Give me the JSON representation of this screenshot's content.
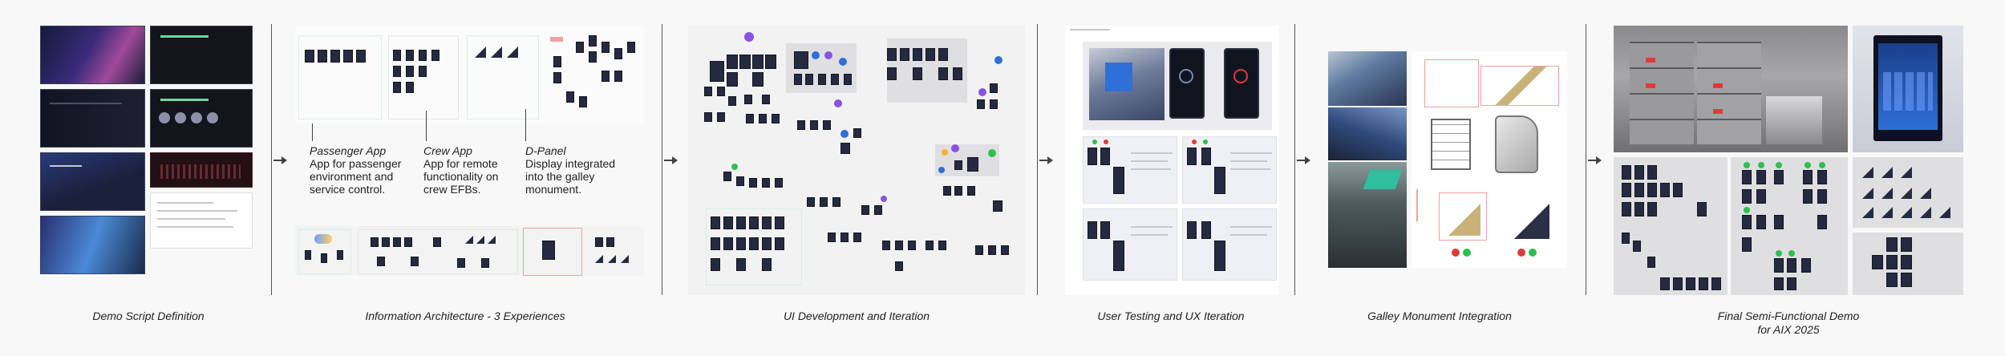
{
  "stages": [
    {
      "label": "Demo Script Definition"
    },
    {
      "label": "Information Architecture - 3 Experiences"
    },
    {
      "label": "UI Development and Iteration"
    },
    {
      "label": "User Testing and UX Iteration"
    },
    {
      "label": "Galley Monument Integration"
    },
    {
      "label_line1": "Final Semi-Functional Demo",
      "label_line2": "for AIX 2025"
    }
  ],
  "experiences": [
    {
      "title": "Passenger App",
      "description_lines": [
        "App for passenger",
        "environment and",
        "service control."
      ]
    },
    {
      "title": "Crew App",
      "description_lines": [
        "App for remote",
        "functionality on",
        "crew EFBs."
      ]
    },
    {
      "title": "D-Panel",
      "description_lines": [
        "Display integrated",
        "into the galley",
        "monument."
      ]
    }
  ],
  "colors": {
    "background": "#f8f8f8",
    "dark_slide": "#14141c",
    "thumbnail": "#262a40",
    "accent_blue": "#2f6fd6",
    "accent_green": "#2fbf4f",
    "accent_red": "#e03a3a",
    "accent_purple": "#8a52e0",
    "annotation_pink": "#f2a0a0"
  }
}
